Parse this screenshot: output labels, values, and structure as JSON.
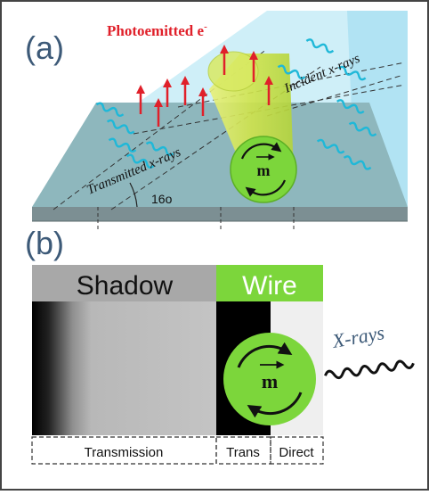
{
  "panel_a": {
    "label": "(a)",
    "photoemitted_label": "Photoemitted e",
    "photoemitted_superscript": "-",
    "incident_label": "Incident x-rays",
    "transmitted_label": "Transmitted x-rays",
    "angle_label": "16o",
    "wire_symbol": "m"
  },
  "panel_b": {
    "label": "(b)",
    "shadow_label": "Shadow",
    "wire_label": "Wire",
    "xrays_label": "X-rays",
    "wire_symbol": "m",
    "bottom_labels": {
      "transmission": "Transmission",
      "trans": "Trans",
      "direct": "Direct"
    }
  },
  "colors": {
    "wire_green": "#7CD63B",
    "photoemitted_red": "#E0202A",
    "xray_cyan": "#1FB8D8",
    "substrate_top": "#8EB7BD",
    "beam_blue": "#BFE9F5",
    "shadow_bar_gray": "#A8A8A8"
  }
}
